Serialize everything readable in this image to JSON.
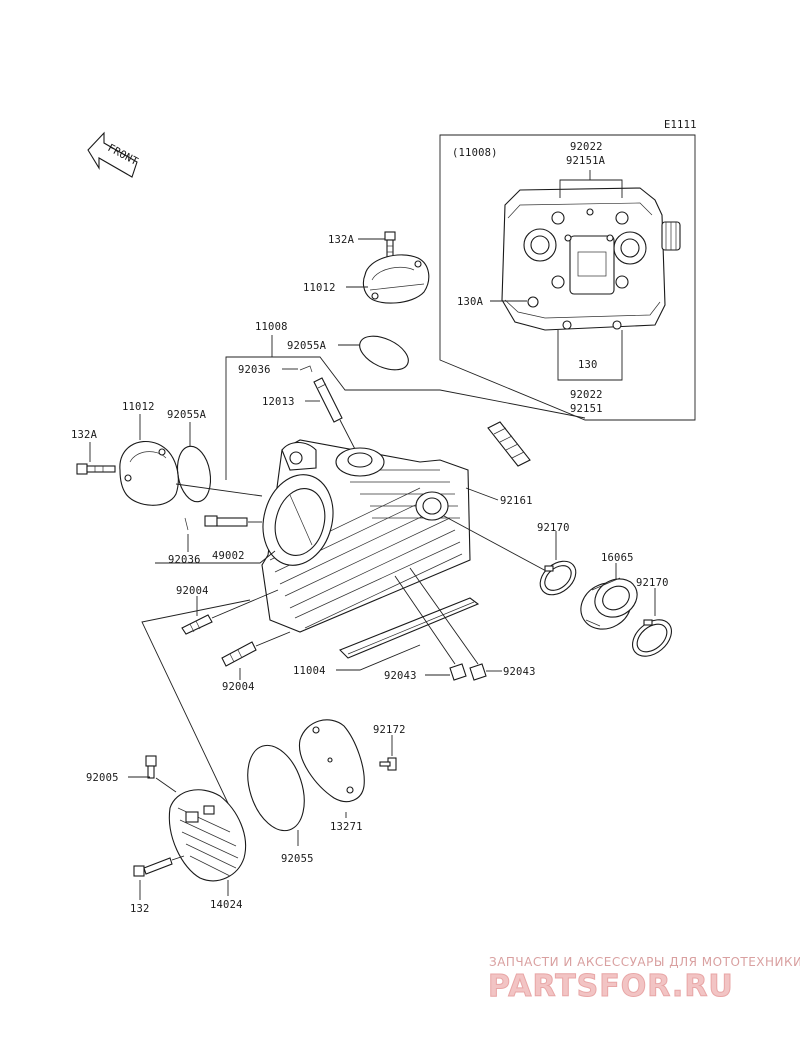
{
  "diagram": {
    "code": "E1111",
    "front_label": "FRONT",
    "inset": {
      "title": "(11008)",
      "labels": {
        "top_a": "92022",
        "top_b": "92151A",
        "left": "130A",
        "bottom_mid": "130",
        "bottom_a": "92022",
        "bottom_b": "92151"
      }
    },
    "parts": {
      "p132A_top": "132A",
      "p11012_top": "11012",
      "p11008": "11008",
      "p92055A_top": "92055A",
      "p92036_top": "92036",
      "p12013": "12013",
      "p11012_left": "11012",
      "p92055A_left": "92055A",
      "p132A_left": "132A",
      "p92161": "92161",
      "p92170_a": "92170",
      "p16065": "16065",
      "p92170_b": "92170",
      "p92036_bottom": "92036",
      "p49002": "49002",
      "p92004_a": "92004",
      "p92004_b": "92004",
      "p11004": "11004",
      "p92043_a": "92043",
      "p92043_b": "92043",
      "p92172": "92172",
      "p92005": "92005",
      "p13271": "13271",
      "p92055": "92055",
      "p132": "132",
      "p14024": "14024"
    }
  },
  "watermark": {
    "caption": "ЗАПЧАСТИ И АКСЕССУАРЫ ДЛЯ МОТОТЕХНИКИ",
    "logo": "PARTSFOR.RU"
  }
}
